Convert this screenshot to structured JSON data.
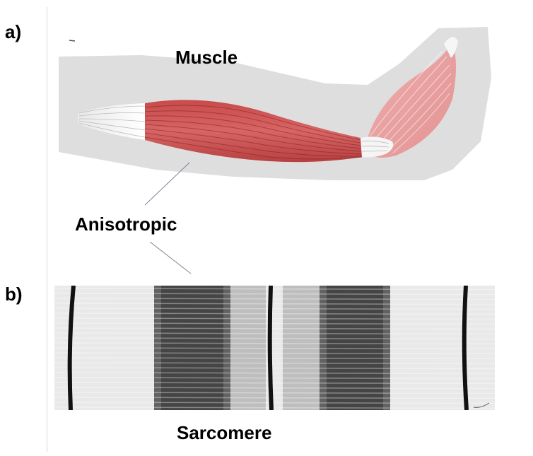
{
  "panels": {
    "a": {
      "label": "a)",
      "title": "Muscle"
    },
    "b": {
      "label": "b)",
      "title": "Sarcomere"
    }
  },
  "annotation": {
    "label": "Anisotropic"
  },
  "colors": {
    "arm": "#dcdcdc",
    "muscle": "#d85a5a",
    "muscle_light": "#f2b9b9",
    "tendon": "#f4f4f4",
    "band_dark": "#2a2a2a",
    "band_light": "#e6e6e6"
  }
}
